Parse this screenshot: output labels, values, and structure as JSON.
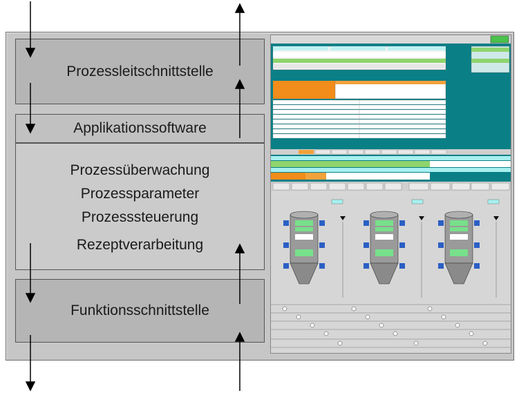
{
  "layers": {
    "top": "Prozessleitschnittstelle",
    "app": "Applikationssoftware",
    "process": [
      "Prozessüberwachung",
      "Prozessparameter",
      "Prozesssteuerung",
      "Rezeptverarbeitung"
    ],
    "bottom": "Funktionsschnittstelle"
  },
  "colors": {
    "frame_bg": "#c6c6c6",
    "layer_dark": "#b5b5b5",
    "layer_light": "#cbcbcb",
    "scada_teal": "#0a7f86",
    "scada_orange": "#f28c1a",
    "scada_green": "#8fd46e",
    "scada_cyan": "#a8f0f0"
  },
  "icons": [
    "arrow-down-icon",
    "arrow-up-icon",
    "tank-icon",
    "valve-icon"
  ]
}
